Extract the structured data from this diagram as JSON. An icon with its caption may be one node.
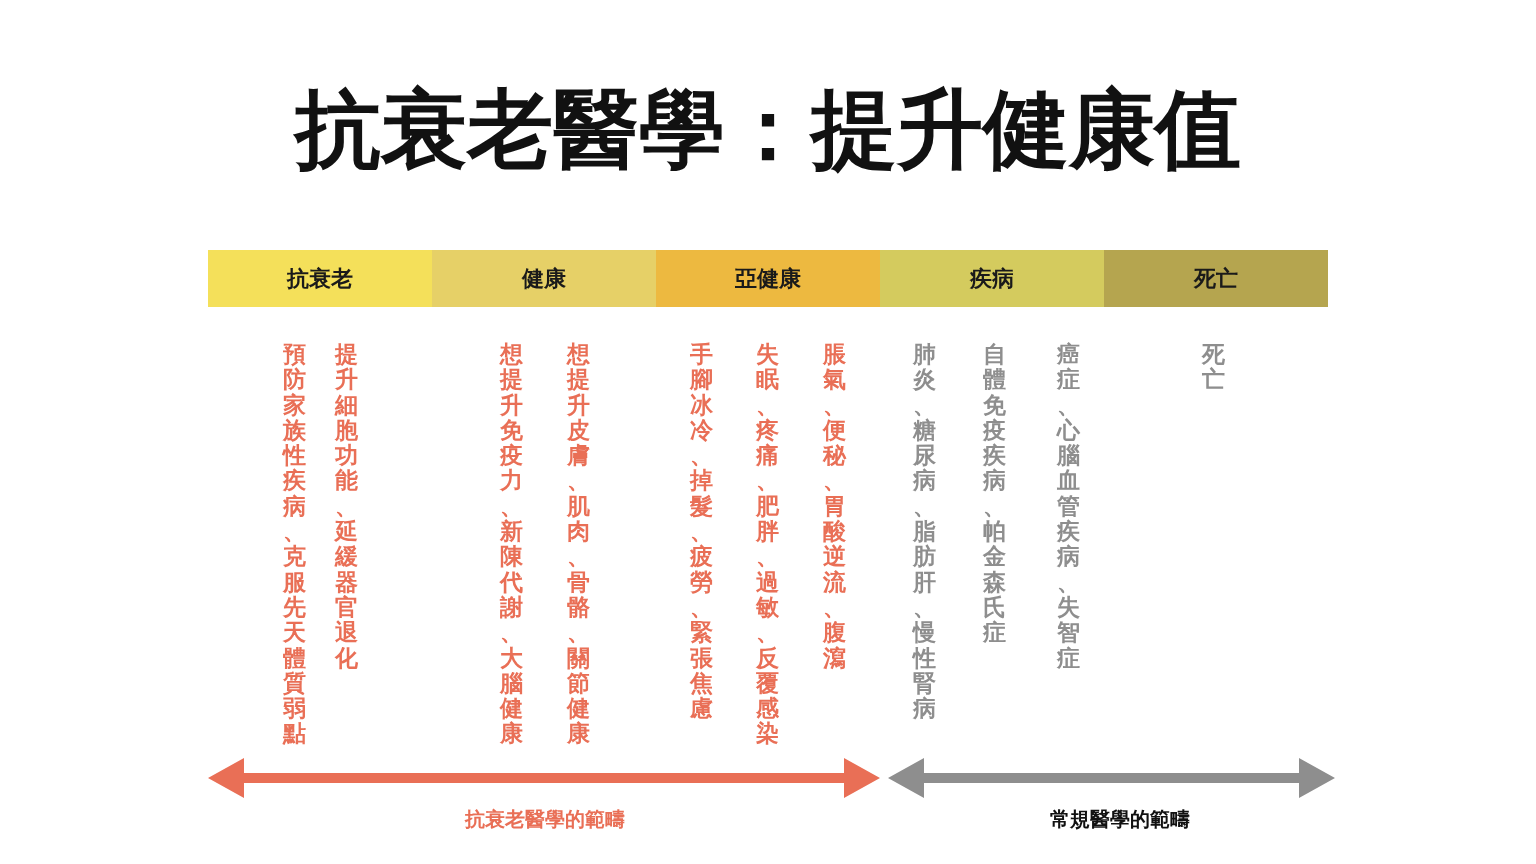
{
  "diagram": {
    "title": "抗衰老醫學：提升健康值",
    "nodes": [
      {
        "text": [
          "抗衰老"
        ],
        "beside": [
          "提升細胞功能、延緩器官退化",
          "預防家族性疾病、克服先天體質弱點"
        ]
      },
      {
        "text": [
          "健康"
        ],
        "beside": [
          "想提升皮膚、肌肉、骨骼、關節健康",
          "想提升免疫力、新陳代謝、大腦健康"
        ]
      },
      {
        "text": [
          "亞健康"
        ],
        "beside": [
          "脹氣、便秘、胃酸逆流、腹瀉",
          "失眠、疼痛、肥胖、過敏、反覆感染",
          "手腳冰冷、掉髮、疲勞、緊張焦慮"
        ]
      },
      {
        "text": [
          "疾病"
        ],
        "beside": [
          "癌症、心腦血管疾病、失智症",
          "自體免疫疾病、帕金森氏症",
          "肺炎、糖尿病、脂肪肝、慢性腎病"
        ]
      },
      {
        "text": [
          "死亡"
        ],
        "beside": [
          "死亡"
        ]
      }
    ],
    "edges": [],
    "labels": [
      "抗衰老醫學的範疇",
      "常規醫學的範疇"
    ]
  }
}
